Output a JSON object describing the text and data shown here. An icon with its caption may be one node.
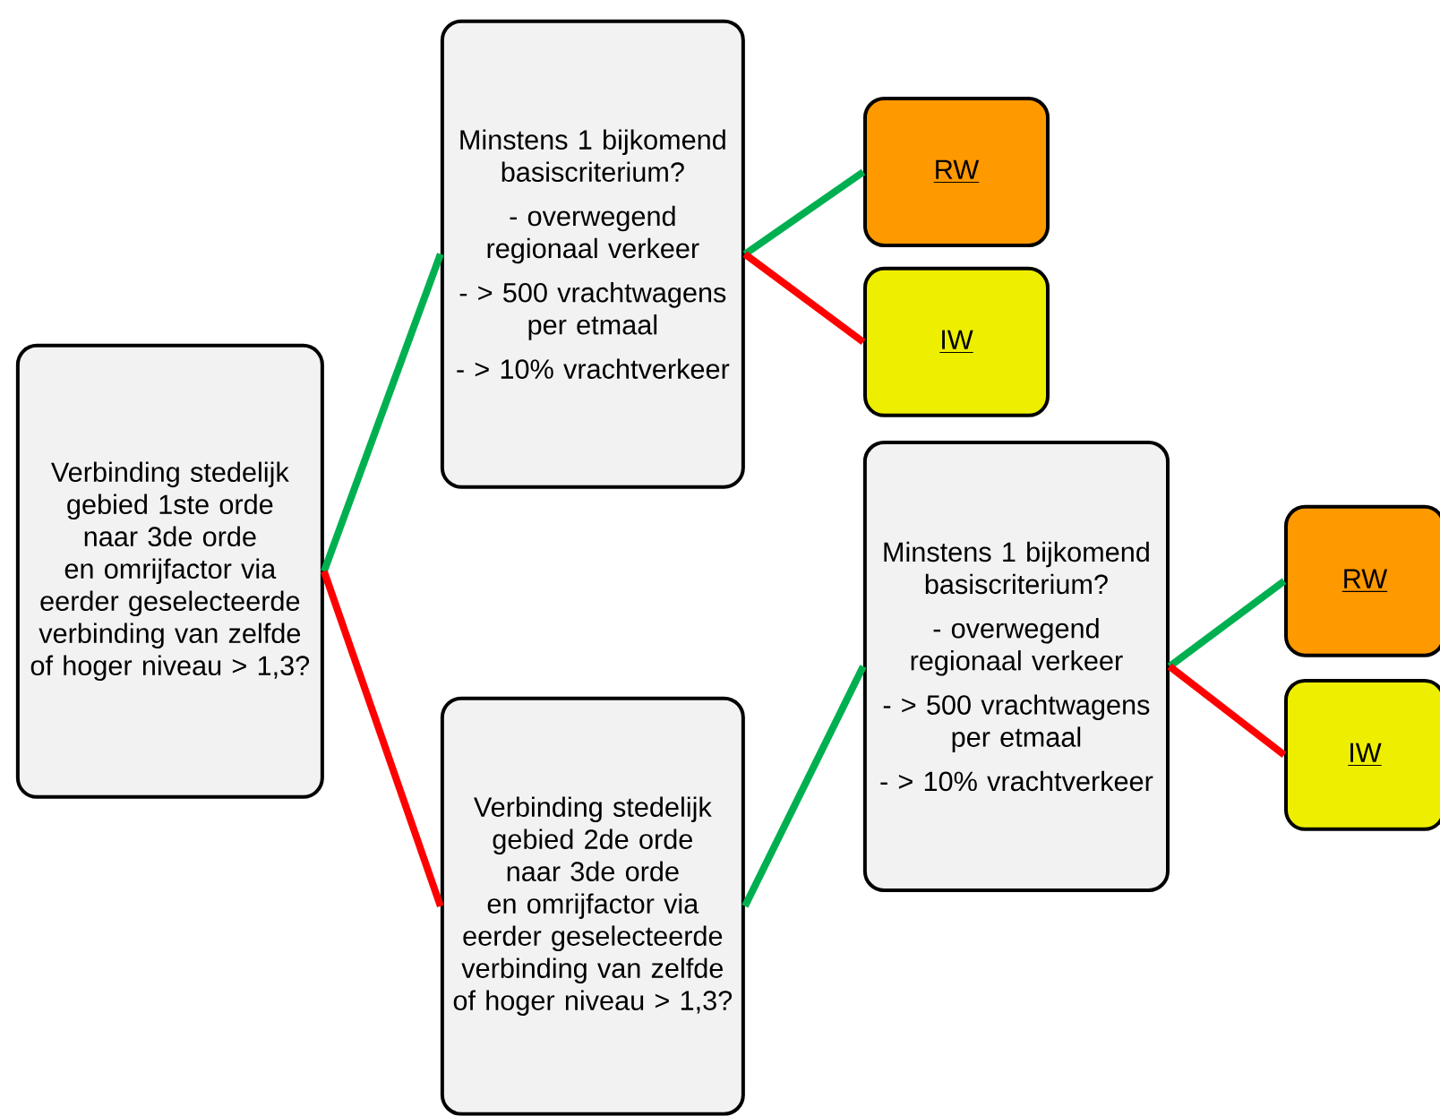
{
  "diagram": {
    "nodes": [
      {
        "text": [
          "Verbinding stedelijk gebied 1ste orde naar 3de orde en omrijfactor via eerder geselecteerde verbinding van zelfde of hoger niveau > 1,3?"
        ]
      },
      {
        "text": [
          "Minstens 1 bijkomend basiscriterium?",
          "- overwegend regionaal verkeer",
          "- > 500 vrachtwagens per etmaal",
          "- > 10% vrachtverkeer"
        ]
      },
      {
        "text": [
          "RW"
        ]
      },
      {
        "text": [
          "IW"
        ]
      },
      {
        "text": [
          "Verbinding stedelijk gebied 2de orde naar 3de orde en omrijfactor via eerder geselecteerde verbinding van zelfde of hoger niveau > 1,3?"
        ]
      },
      {
        "text": [
          "Minstens 1 bijkomend basiscriterium?",
          "- overwegend regionaal verkeer",
          "- > 500 vrachtwagens per etmaal",
          "- > 10% vrachtverkeer"
        ]
      },
      {
        "text": [
          "RW"
        ]
      },
      {
        "text": [
          "IW"
        ]
      }
    ],
    "edges": [
      {
        "from": 0,
        "to": 1,
        "arrow": "none",
        "color": "#00b050"
      },
      {
        "from": 0,
        "to": 4,
        "arrow": "none",
        "color": "#ff0000"
      },
      {
        "from": 1,
        "to": 2,
        "arrow": "none",
        "color": "#00b050"
      },
      {
        "from": 1,
        "to": 3,
        "arrow": "none",
        "color": "#ff0000"
      },
      {
        "from": 4,
        "to": 5,
        "arrow": "none",
        "color": "#00b050"
      },
      {
        "from": 5,
        "to": 6,
        "arrow": "none",
        "color": "#00b050"
      },
      {
        "from": 5,
        "to": 7,
        "arrow": "none",
        "color": "#ff0000"
      }
    ]
  }
}
